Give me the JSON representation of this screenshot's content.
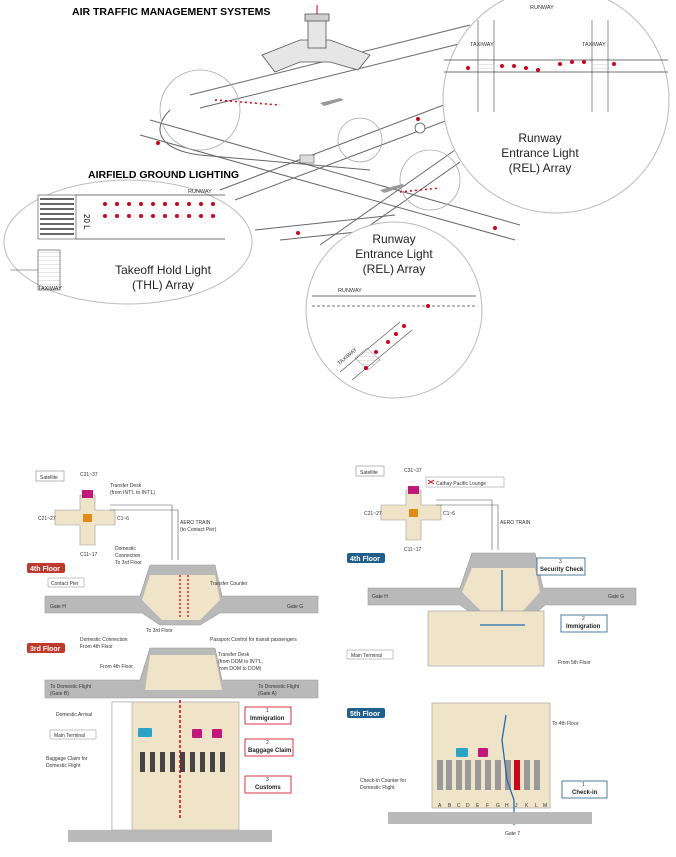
{
  "top": {
    "title": "AIR TRAFFIC MANAGEMENT SYSTEMS",
    "subtitle": "AIRFIELD GROUND LIGHTING",
    "thl": {
      "runway": "RUNWAY",
      "taxiway": "TAXIWAY",
      "runway_number": "20 L",
      "caption_line1": "Takeoff Hold Light",
      "caption_line2": "(THL) Array"
    },
    "rel_top": {
      "runway": "RUNWAY",
      "taxiway_left": "TAXIWAY",
      "taxiway_right": "TAXIWAY",
      "caption_line1": "Runway",
      "caption_line2": "Entrance Light",
      "caption_line3": "(REL) Array"
    },
    "rel_bottom": {
      "runway": "RUNWAY",
      "taxiway": "TAXIWAY",
      "caption_line1": "Runway",
      "caption_line2": "Entrance Light",
      "caption_line3": "(REL) Array"
    }
  },
  "left_map": {
    "satellite": "Satellite",
    "c31": "C31~37",
    "c21": "C21~27",
    "c1": "C1~6",
    "c11": "C11~17",
    "transfer_desk": "Transfer Desk",
    "transfer_desk_sub": "(from INT'L to INT'L)",
    "aero_train": "AERO TRAIN",
    "aero_train_sub": "(to Contact Pier)",
    "domestic_connection_1": "Domestic",
    "domestic_connection_2": "Connection",
    "domestic_connection_3": "To 3rd Floor",
    "floor4": "4th Floor",
    "contact_pier": "Contact Pier",
    "transfer_counter": "Transfer Counter",
    "gate_h": "Gate H",
    "gate_g": "Gate G",
    "to_3rd_floor": "To 3rd Floor",
    "dom_conn_from4_1": "Domestic Connection",
    "dom_conn_from4_2": "From 4th Floor",
    "passport_control": "Passport Control for transit passengers",
    "floor3": "3rd Floor",
    "transfer_desk2_1": "Transfer Desk",
    "transfer_desk2_2": "(from DOM to INT'L,",
    "transfer_desk2_3": "from DOM to DOM)",
    "from_4th_floor": "From 4th Floor",
    "to_dom_b_1": "To Domestic Flight",
    "to_dom_b_2": "(Gate B)",
    "to_dom_a_1": "To Domestic Flight",
    "to_dom_a_2": "(Gate A)",
    "domestic_arrival": "Domestic Arrival",
    "main_terminal": "Main Terminal",
    "baggage_dom_1": "Baggage Claim for",
    "baggage_dom_2": "Domestic Flight",
    "steps": [
      {
        "num": "1",
        "label": "Immigration"
      },
      {
        "num": "2",
        "label": "Baggage Claim"
      },
      {
        "num": "3",
        "label": "Customs"
      }
    ]
  },
  "right_map": {
    "satellite": "Satellite",
    "c31": "C31~37",
    "c21": "C21~27",
    "c1": "C1~6",
    "c11": "C11~17",
    "lounge": "Cathay Pacific Lounge",
    "aero_train": "AERO TRAIN",
    "floor4": "4th Floor",
    "gate_h": "Gate H",
    "gate_g": "Gate G",
    "main_terminal": "Main Terminal",
    "from_5th_floor": "From 5th Floor",
    "floor5": "5th Floor",
    "to_4th_floor": "To 4th Floor",
    "checkin_dom_1": "Check-in Counter for",
    "checkin_dom_2": "Domestic Flight",
    "counters": [
      "A",
      "B",
      "C",
      "D",
      "E",
      "F",
      "G",
      "H",
      "J",
      "K",
      "L",
      "M"
    ],
    "gate7": "Gate 7",
    "steps": [
      {
        "num": "3",
        "label": "Security Check"
      },
      {
        "num": "2",
        "label": "Immigration"
      },
      {
        "num": "1",
        "label": "Check-in"
      }
    ]
  },
  "colors": {
    "floor_label": "#c0392b",
    "floor_label_blue": "#1f5f8b",
    "terminal_fill": "#efe3c8",
    "pier_fill": "#b9b9b9",
    "route_red": "#d0021b",
    "route_blue": "#1f6fb2"
  }
}
